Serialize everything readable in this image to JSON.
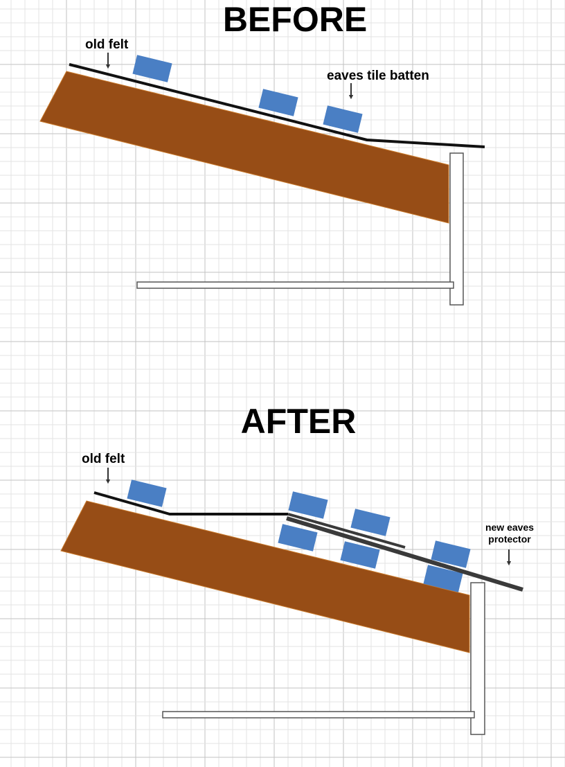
{
  "colors": {
    "rafter": "#974d16",
    "rafter_edge": "#c97a2c",
    "batten": "#4a7fc4",
    "felt": "#111111",
    "eaves_protector": "#3a3a3a",
    "board_stroke": "#555555",
    "grid_minor": "#e3e3e3",
    "grid_major": "#c2c2c2"
  },
  "before": {
    "title": "BEFORE",
    "labels": {
      "old_felt": "old felt",
      "eaves_tile_batten": "eaves tile batten"
    }
  },
  "after": {
    "title": "AFTER",
    "labels": {
      "old_felt": "old felt",
      "new_eaves_line1": "new eaves",
      "new_eaves_line2": "protector"
    }
  }
}
